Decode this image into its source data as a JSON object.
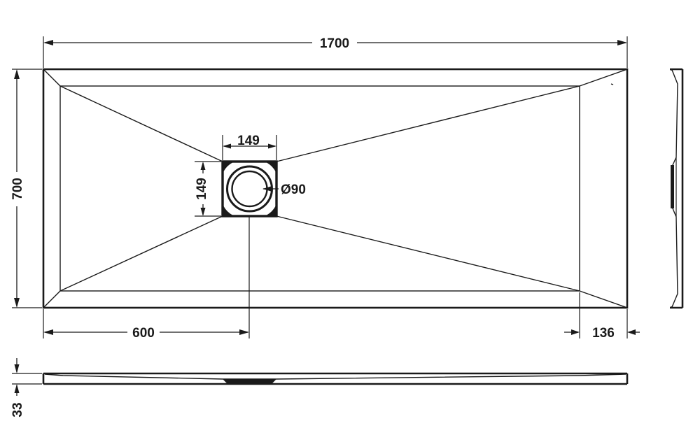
{
  "dimensions": {
    "length": "1700",
    "width": "700",
    "waste_width": "149",
    "waste_height": "149",
    "waste_diameter": "Ø90",
    "waste_offset": "600",
    "edge_offset": "136",
    "height": "33"
  },
  "colors": {
    "line": "#1a1a1a",
    "background": "#ffffff"
  }
}
